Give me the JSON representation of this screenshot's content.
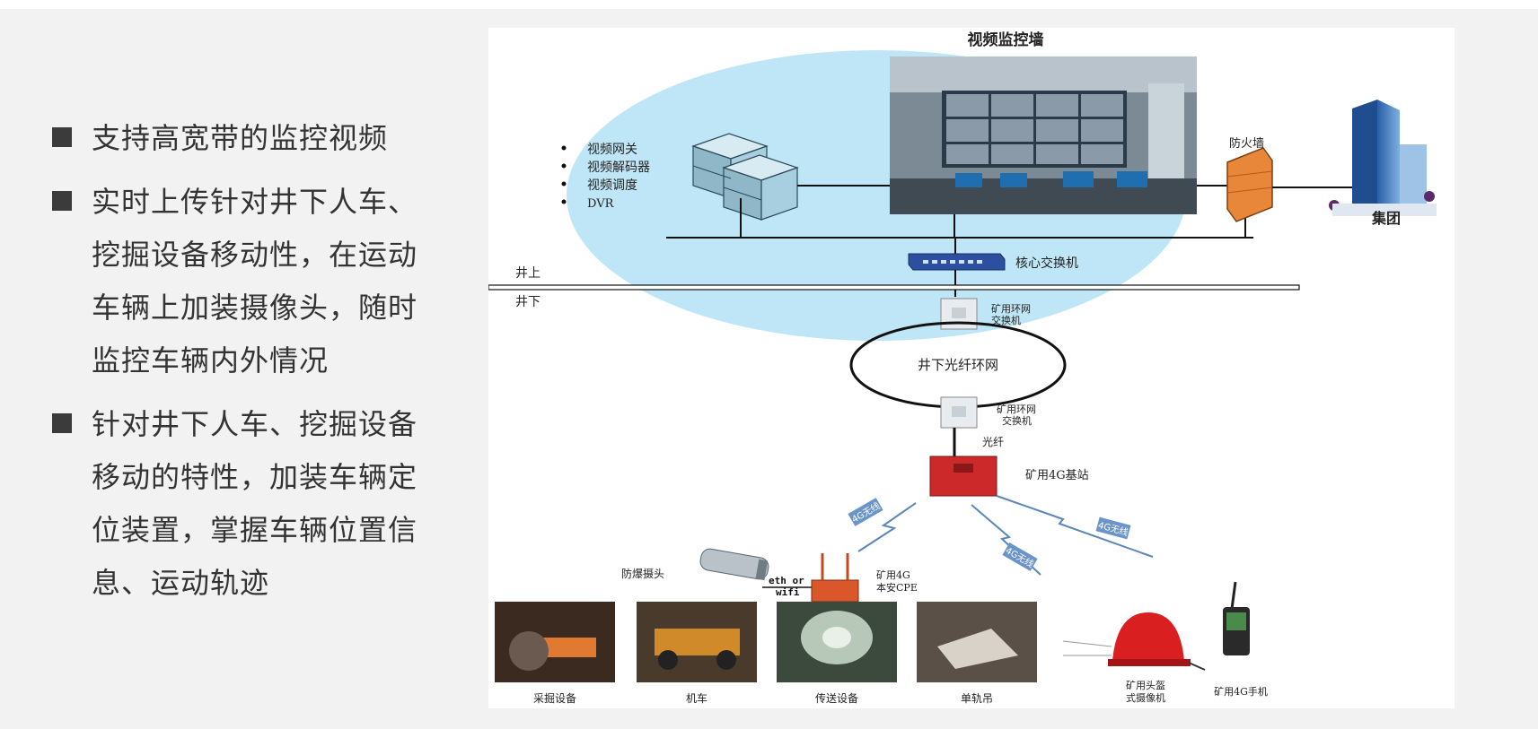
{
  "bullets": [
    "支持高宽带的监控视频",
    "实时上传针对井下人车、挖掘设备移动性，在运动车辆上加装摄像头，随时监控车辆内外情况",
    "针对井下人车、挖掘设备移动的特性，加装车辆定位装置，掌握车辆位置信息、运动轨迹"
  ],
  "diagram": {
    "title": "视频监控墙",
    "video_list": [
      "视频网关",
      "视频解码器",
      "视频调度",
      "DVR"
    ],
    "firewall": "防火墙",
    "group": "集团",
    "core_switch": "核心交换机",
    "above": "井上",
    "below": "井下",
    "ring_switch_top": [
      "矿用环网",
      "交换机"
    ],
    "ring": "井下光纤环网",
    "ring_switch_bottom": [
      "矿用环网",
      "交换机"
    ],
    "fiber": "光纤",
    "base_station": "矿用4G基站",
    "wireless_tag": "4G无线",
    "camera": "防爆摄头",
    "eth_wifi": [
      "eth or",
      "wifi"
    ],
    "cpe": [
      "矿用4G",
      "本安CPE"
    ],
    "devices": [
      "采掘设备",
      "机车",
      "传送设备",
      "单轨吊"
    ],
    "helmet_cam": [
      "矿用头盔",
      "式摄像机"
    ],
    "phone": "矿用4G手机"
  },
  "colors": {
    "ellipse": "#bfe6f7",
    "firewall": "#e8863a",
    "base_station": "#cc2a2a",
    "switch": "#2c4fa0",
    "helmet": "#d91f1f",
    "wireless": "#5a86b8"
  }
}
